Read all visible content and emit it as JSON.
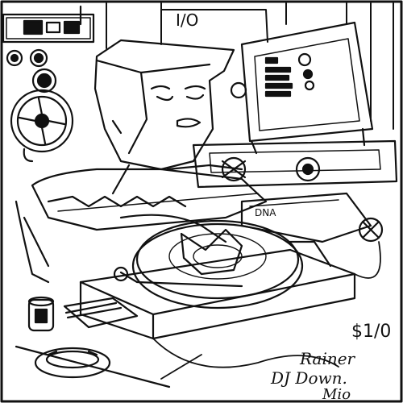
{
  "colors": {
    "ink": "#111111",
    "paper": "#ffffff"
  },
  "screen_label": "I/O",
  "corner_mark": "$1/0",
  "signature": {
    "line1": "Rainer",
    "line2": "DJ Down.",
    "line3": "Mio"
  },
  "turntable_label": "DNA"
}
